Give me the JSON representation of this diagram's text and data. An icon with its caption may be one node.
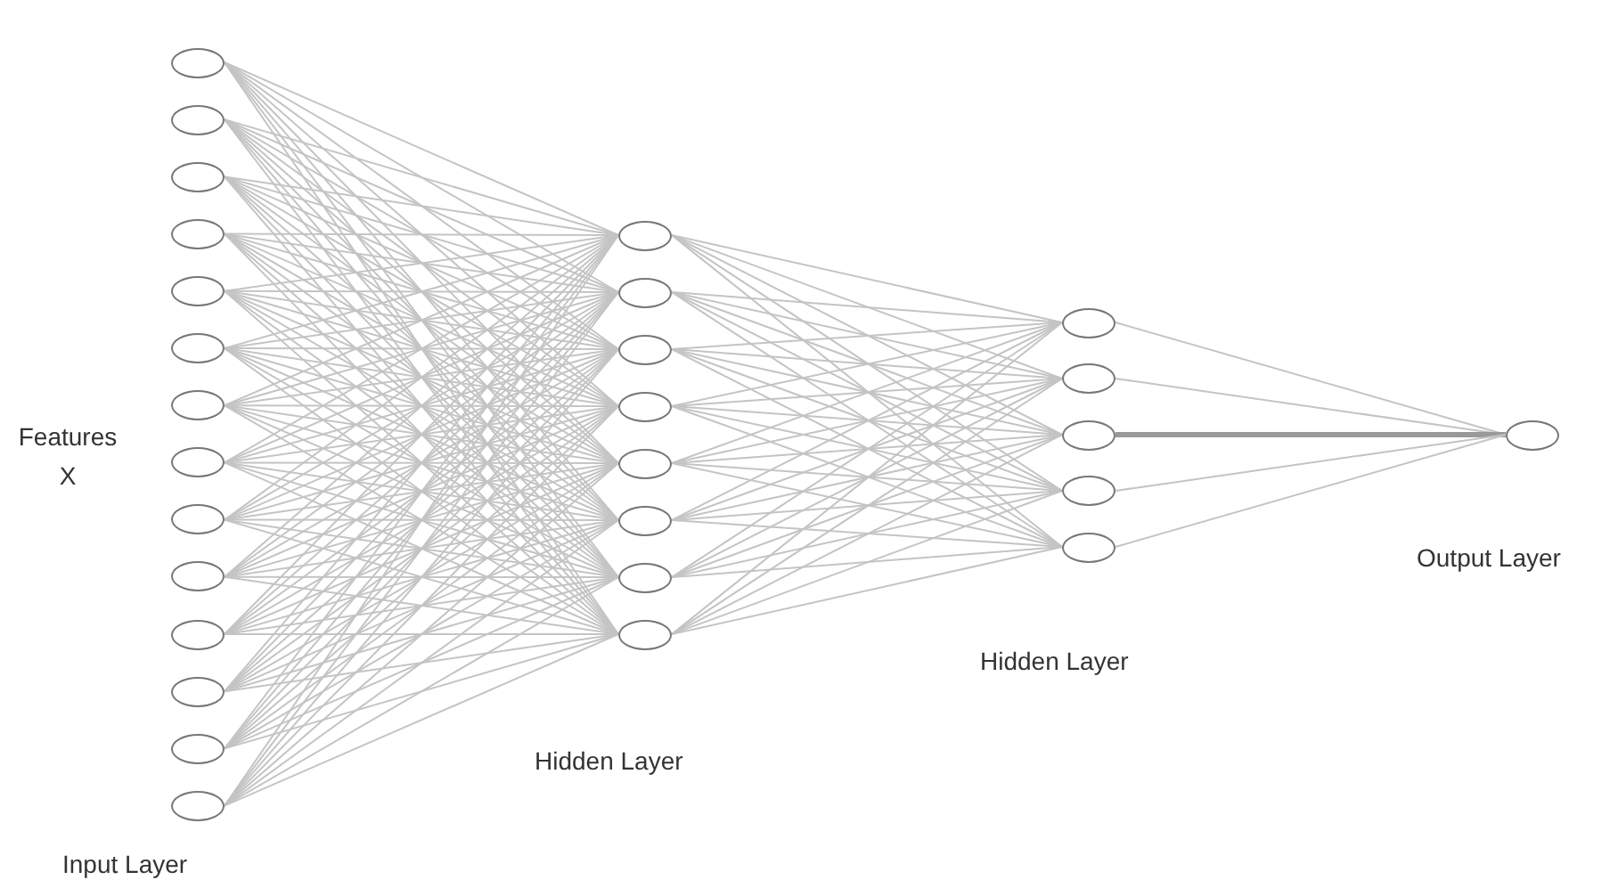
{
  "diagram": {
    "nodes": [
      {
        "text": [],
        "shape": "circle"
      },
      {
        "text": [],
        "shape": "circle"
      },
      {
        "text": [],
        "shape": "circle"
      },
      {
        "text": [],
        "shape": "circle"
      },
      {
        "text": [],
        "shape": "circle"
      },
      {
        "text": [],
        "shape": "circle"
      },
      {
        "text": [],
        "shape": "circle"
      },
      {
        "text": [],
        "shape": "circle"
      },
      {
        "text": [],
        "shape": "circle"
      },
      {
        "text": [],
        "shape": "circle"
      },
      {
        "text": [],
        "shape": "circle"
      },
      {
        "text": [],
        "shape": "circle"
      },
      {
        "text": [],
        "shape": "circle"
      },
      {
        "text": [],
        "shape": "circle"
      },
      {
        "text": [],
        "shape": "circle"
      },
      {
        "text": [],
        "shape": "circle"
      },
      {
        "text": [],
        "shape": "circle"
      },
      {
        "text": [],
        "shape": "circle"
      },
      {
        "text": [],
        "shape": "circle"
      },
      {
        "text": [],
        "shape": "circle"
      },
      {
        "text": [],
        "shape": "circle"
      },
      {
        "text": [],
        "shape": "circle"
      },
      {
        "text": [],
        "shape": "circle"
      },
      {
        "text": [],
        "shape": "circle"
      },
      {
        "text": [],
        "shape": "circle"
      },
      {
        "text": [],
        "shape": "circle"
      },
      {
        "text": [],
        "shape": "circle"
      },
      {
        "text": [],
        "shape": "circle"
      }
    ],
    "edges": [
      {
        "from": 0,
        "to": 14,
        "arrow": "none"
      },
      {
        "from": 0,
        "to": 15,
        "arrow": "none"
      },
      {
        "from": 0,
        "to": 16,
        "arrow": "none"
      },
      {
        "from": 0,
        "to": 17,
        "arrow": "none"
      },
      {
        "from": 0,
        "to": 18,
        "arrow": "none"
      },
      {
        "from": 0,
        "to": 19,
        "arrow": "none"
      },
      {
        "from": 0,
        "to": 20,
        "arrow": "none"
      },
      {
        "from": 0,
        "to": 21,
        "arrow": "none"
      },
      {
        "from": 1,
        "to": 14,
        "arrow": "none"
      },
      {
        "from": 1,
        "to": 15,
        "arrow": "none"
      },
      {
        "from": 1,
        "to": 16,
        "arrow": "none"
      },
      {
        "from": 1,
        "to": 17,
        "arrow": "none"
      },
      {
        "from": 1,
        "to": 18,
        "arrow": "none"
      },
      {
        "from": 1,
        "to": 19,
        "arrow": "none"
      },
      {
        "from": 1,
        "to": 20,
        "arrow": "none"
      },
      {
        "from": 1,
        "to": 21,
        "arrow": "none"
      },
      {
        "from": 2,
        "to": 14,
        "arrow": "none"
      },
      {
        "from": 2,
        "to": 15,
        "arrow": "none"
      },
      {
        "from": 2,
        "to": 16,
        "arrow": "none"
      },
      {
        "from": 2,
        "to": 17,
        "arrow": "none"
      },
      {
        "from": 2,
        "to": 18,
        "arrow": "none"
      },
      {
        "from": 2,
        "to": 19,
        "arrow": "none"
      },
      {
        "from": 2,
        "to": 20,
        "arrow": "none"
      },
      {
        "from": 2,
        "to": 21,
        "arrow": "none"
      },
      {
        "from": 3,
        "to": 14,
        "arrow": "none"
      },
      {
        "from": 3,
        "to": 15,
        "arrow": "none"
      },
      {
        "from": 3,
        "to": 16,
        "arrow": "none"
      },
      {
        "from": 3,
        "to": 17,
        "arrow": "none"
      },
      {
        "from": 3,
        "to": 18,
        "arrow": "none"
      },
      {
        "from": 3,
        "to": 19,
        "arrow": "none"
      },
      {
        "from": 3,
        "to": 20,
        "arrow": "none"
      },
      {
        "from": 3,
        "to": 21,
        "arrow": "none"
      },
      {
        "from": 4,
        "to": 14,
        "arrow": "none"
      },
      {
        "from": 4,
        "to": 15,
        "arrow": "none"
      },
      {
        "from": 4,
        "to": 16,
        "arrow": "none"
      },
      {
        "from": 4,
        "to": 17,
        "arrow": "none"
      },
      {
        "from": 4,
        "to": 18,
        "arrow": "none"
      },
      {
        "from": 4,
        "to": 19,
        "arrow": "none"
      },
      {
        "from": 4,
        "to": 20,
        "arrow": "none"
      },
      {
        "from": 4,
        "to": 21,
        "arrow": "none"
      },
      {
        "from": 5,
        "to": 14,
        "arrow": "none"
      },
      {
        "from": 5,
        "to": 15,
        "arrow": "none"
      },
      {
        "from": 5,
        "to": 16,
        "arrow": "none"
      },
      {
        "from": 5,
        "to": 17,
        "arrow": "none"
      },
      {
        "from": 5,
        "to": 18,
        "arrow": "none"
      },
      {
        "from": 5,
        "to": 19,
        "arrow": "none"
      },
      {
        "from": 5,
        "to": 20,
        "arrow": "none"
      },
      {
        "from": 5,
        "to": 21,
        "arrow": "none"
      },
      {
        "from": 6,
        "to": 14,
        "arrow": "none"
      },
      {
        "from": 6,
        "to": 15,
        "arrow": "none"
      },
      {
        "from": 6,
        "to": 16,
        "arrow": "none"
      },
      {
        "from": 6,
        "to": 17,
        "arrow": "none"
      },
      {
        "from": 6,
        "to": 18,
        "arrow": "none"
      },
      {
        "from": 6,
        "to": 19,
        "arrow": "none"
      },
      {
        "from": 6,
        "to": 20,
        "arrow": "none"
      },
      {
        "from": 6,
        "to": 21,
        "arrow": "none"
      },
      {
        "from": 7,
        "to": 14,
        "arrow": "none"
      },
      {
        "from": 7,
        "to": 15,
        "arrow": "none"
      },
      {
        "from": 7,
        "to": 16,
        "arrow": "none"
      },
      {
        "from": 7,
        "to": 17,
        "arrow": "none"
      },
      {
        "from": 7,
        "to": 18,
        "arrow": "none"
      },
      {
        "from": 7,
        "to": 19,
        "arrow": "none"
      },
      {
        "from": 7,
        "to": 20,
        "arrow": "none"
      },
      {
        "from": 7,
        "to": 21,
        "arrow": "none"
      },
      {
        "from": 8,
        "to": 14,
        "arrow": "none"
      },
      {
        "from": 8,
        "to": 15,
        "arrow": "none"
      },
      {
        "from": 8,
        "to": 16,
        "arrow": "none"
      },
      {
        "from": 8,
        "to": 17,
        "arrow": "none"
      },
      {
        "from": 8,
        "to": 18,
        "arrow": "none"
      },
      {
        "from": 8,
        "to": 19,
        "arrow": "none"
      },
      {
        "from": 8,
        "to": 20,
        "arrow": "none"
      },
      {
        "from": 8,
        "to": 21,
        "arrow": "none"
      },
      {
        "from": 9,
        "to": 14,
        "arrow": "none"
      },
      {
        "from": 9,
        "to": 15,
        "arrow": "none"
      },
      {
        "from": 9,
        "to": 16,
        "arrow": "none"
      },
      {
        "from": 9,
        "to": 17,
        "arrow": "none"
      },
      {
        "from": 9,
        "to": 18,
        "arrow": "none"
      },
      {
        "from": 9,
        "to": 19,
        "arrow": "none"
      },
      {
        "from": 9,
        "to": 20,
        "arrow": "none"
      },
      {
        "from": 9,
        "to": 21,
        "arrow": "none"
      },
      {
        "from": 10,
        "to": 14,
        "arrow": "none"
      },
      {
        "from": 10,
        "to": 15,
        "arrow": "none"
      },
      {
        "from": 10,
        "to": 16,
        "arrow": "none"
      },
      {
        "from": 10,
        "to": 17,
        "arrow": "none"
      },
      {
        "from": 10,
        "to": 18,
        "arrow": "none"
      },
      {
        "from": 10,
        "to": 19,
        "arrow": "none"
      },
      {
        "from": 10,
        "to": 20,
        "arrow": "none"
      },
      {
        "from": 10,
        "to": 21,
        "arrow": "none"
      },
      {
        "from": 11,
        "to": 14,
        "arrow": "none"
      },
      {
        "from": 11,
        "to": 15,
        "arrow": "none"
      },
      {
        "from": 11,
        "to": 16,
        "arrow": "none"
      },
      {
        "from": 11,
        "to": 17,
        "arrow": "none"
      },
      {
        "from": 11,
        "to": 18,
        "arrow": "none"
      },
      {
        "from": 11,
        "to": 19,
        "arrow": "none"
      },
      {
        "from": 11,
        "to": 20,
        "arrow": "none"
      },
      {
        "from": 11,
        "to": 21,
        "arrow": "none"
      },
      {
        "from": 12,
        "to": 14,
        "arrow": "none"
      },
      {
        "from": 12,
        "to": 15,
        "arrow": "none"
      },
      {
        "from": 12,
        "to": 16,
        "arrow": "none"
      },
      {
        "from": 12,
        "to": 17,
        "arrow": "none"
      },
      {
        "from": 12,
        "to": 18,
        "arrow": "none"
      },
      {
        "from": 12,
        "to": 19,
        "arrow": "none"
      },
      {
        "from": 12,
        "to": 20,
        "arrow": "none"
      },
      {
        "from": 12,
        "to": 21,
        "arrow": "none"
      },
      {
        "from": 13,
        "to": 14,
        "arrow": "none"
      },
      {
        "from": 13,
        "to": 15,
        "arrow": "none"
      },
      {
        "from": 13,
        "to": 16,
        "arrow": "none"
      },
      {
        "from": 13,
        "to": 17,
        "arrow": "none"
      },
      {
        "from": 13,
        "to": 18,
        "arrow": "none"
      },
      {
        "from": 13,
        "to": 19,
        "arrow": "none"
      },
      {
        "from": 13,
        "to": 20,
        "arrow": "none"
      },
      {
        "from": 13,
        "to": 21,
        "arrow": "none"
      },
      {
        "from": 14,
        "to": 22,
        "arrow": "none"
      },
      {
        "from": 14,
        "to": 23,
        "arrow": "none"
      },
      {
        "from": 14,
        "to": 24,
        "arrow": "none"
      },
      {
        "from": 14,
        "to": 25,
        "arrow": "none"
      },
      {
        "from": 14,
        "to": 26,
        "arrow": "none"
      },
      {
        "from": 15,
        "to": 22,
        "arrow": "none"
      },
      {
        "from": 15,
        "to": 23,
        "arrow": "none"
      },
      {
        "from": 15,
        "to": 24,
        "arrow": "none"
      },
      {
        "from": 15,
        "to": 25,
        "arrow": "none"
      },
      {
        "from": 15,
        "to": 26,
        "arrow": "none"
      },
      {
        "from": 16,
        "to": 22,
        "arrow": "none"
      },
      {
        "from": 16,
        "to": 23,
        "arrow": "none"
      },
      {
        "from": 16,
        "to": 24,
        "arrow": "none"
      },
      {
        "from": 16,
        "to": 25,
        "arrow": "none"
      },
      {
        "from": 16,
        "to": 26,
        "arrow": "none"
      },
      {
        "from": 17,
        "to": 22,
        "arrow": "none"
      },
      {
        "from": 17,
        "to": 23,
        "arrow": "none"
      },
      {
        "from": 17,
        "to": 24,
        "arrow": "none"
      },
      {
        "from": 17,
        "to": 25,
        "arrow": "none"
      },
      {
        "from": 17,
        "to": 26,
        "arrow": "none"
      },
      {
        "from": 18,
        "to": 22,
        "arrow": "none"
      },
      {
        "from": 18,
        "to": 23,
        "arrow": "none"
      },
      {
        "from": 18,
        "to": 24,
        "arrow": "none"
      },
      {
        "from": 18,
        "to": 25,
        "arrow": "none"
      },
      {
        "from": 18,
        "to": 26,
        "arrow": "none"
      },
      {
        "from": 19,
        "to": 22,
        "arrow": "none"
      },
      {
        "from": 19,
        "to": 23,
        "arrow": "none"
      },
      {
        "from": 19,
        "to": 24,
        "arrow": "none"
      },
      {
        "from": 19,
        "to": 25,
        "arrow": "none"
      },
      {
        "from": 19,
        "to": 26,
        "arrow": "none"
      },
      {
        "from": 20,
        "to": 22,
        "arrow": "none"
      },
      {
        "from": 20,
        "to": 23,
        "arrow": "none"
      },
      {
        "from": 20,
        "to": 24,
        "arrow": "none"
      },
      {
        "from": 20,
        "to": 25,
        "arrow": "none"
      },
      {
        "from": 20,
        "to": 26,
        "arrow": "none"
      },
      {
        "from": 21,
        "to": 22,
        "arrow": "none"
      },
      {
        "from": 21,
        "to": 23,
        "arrow": "none"
      },
      {
        "from": 21,
        "to": 24,
        "arrow": "none"
      },
      {
        "from": 21,
        "to": 25,
        "arrow": "none"
      },
      {
        "from": 21,
        "to": 26,
        "arrow": "none"
      },
      {
        "from": 22,
        "to": 27,
        "arrow": "none"
      },
      {
        "from": 23,
        "to": 27,
        "arrow": "none"
      },
      {
        "from": 24,
        "to": 27,
        "arrow": "none",
        "style": "thick"
      },
      {
        "from": 25,
        "to": 27,
        "arrow": "none"
      },
      {
        "from": 26,
        "to": 27,
        "arrow": "none"
      }
    ],
    "labels": [
      "Features X",
      "Hidden Layer",
      "Hidden Layer",
      "Output Layer",
      "Input Layer"
    ]
  }
}
